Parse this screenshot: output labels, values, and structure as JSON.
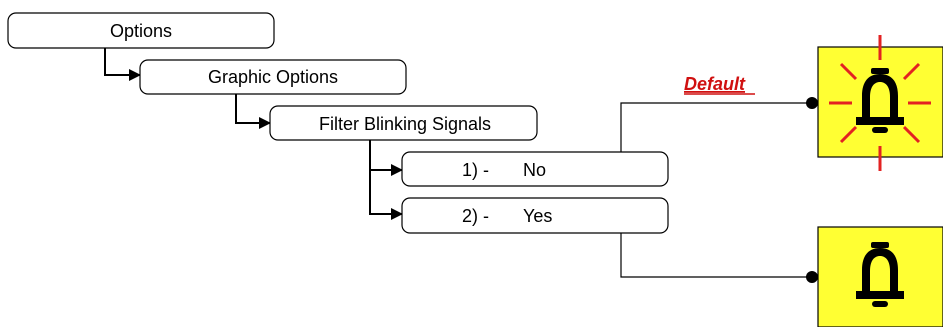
{
  "menu": {
    "options": "Options",
    "graphic_options": "Graphic Options",
    "filter_blinking_signals": "Filter Blinking Signals",
    "choice_no": {
      "number": "1) -",
      "label": "No"
    },
    "choice_yes": {
      "number": "2) -",
      "label": "Yes"
    }
  },
  "default_label": "Default",
  "icons": {
    "blinking": "bell-icon",
    "static": "bell-icon"
  },
  "colors": {
    "icon_background": "#ffff33",
    "blink_rays": "#e32222",
    "default_text": "#d01010",
    "line": "#000000"
  }
}
